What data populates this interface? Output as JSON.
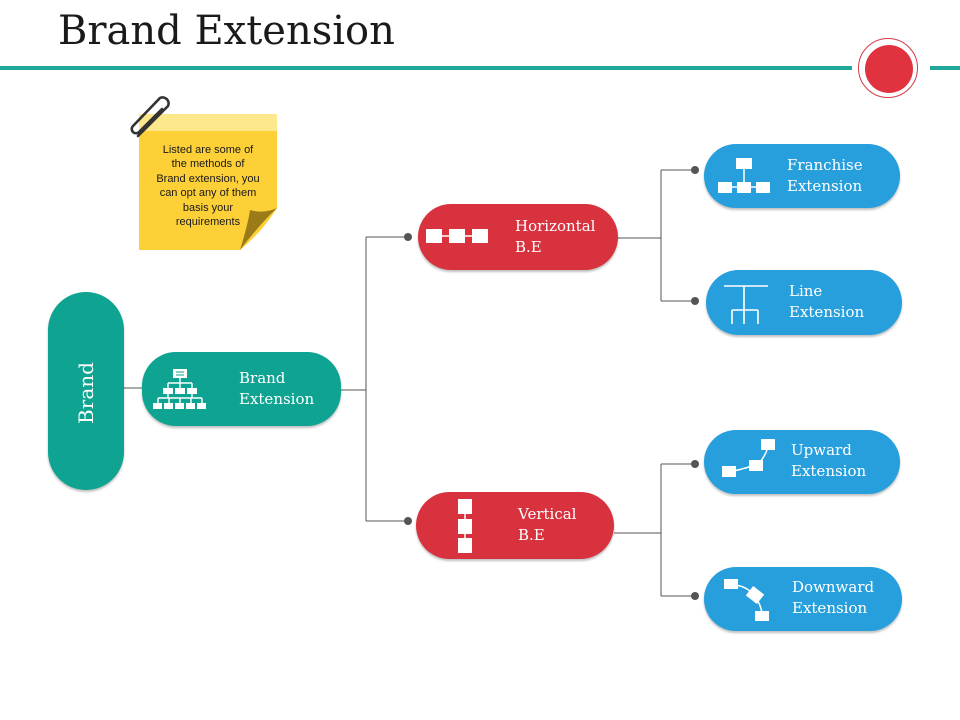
{
  "title": "Brand Extension",
  "colors": {
    "teal": "#0fa391",
    "red": "#d9323f",
    "blue": "#279fdc",
    "note_yellow": "#fdd038",
    "rule": "#1ea79a",
    "badge": "#e0323f"
  },
  "sticky_note": {
    "lines": [
      "Listed are some of",
      "the methods of",
      "Brand extension, you",
      "can opt any of them",
      "basis your",
      "requirements"
    ],
    "icon": "paperclip-icon"
  },
  "root": {
    "label": "Brand"
  },
  "main": {
    "line1": "Brand",
    "line2": "Extension",
    "icon": "org-chart-icon"
  },
  "branches": {
    "horizontal": {
      "line1": "Horizontal",
      "line2": "B.E",
      "icon": "horizontal-chain-icon"
    },
    "vertical": {
      "line1": "Vertical",
      "line2": "B.E",
      "icon": "vertical-chain-icon"
    }
  },
  "leaves": {
    "franchise": {
      "line1": "Franchise",
      "line2": "Extension",
      "icon": "franchise-tree-icon"
    },
    "line": {
      "line1": "Line",
      "line2": "Extension",
      "icon": "line-tree-icon"
    },
    "upward": {
      "line1": "Upward",
      "line2": "Extension",
      "icon": "upward-steps-icon"
    },
    "downward": {
      "line1": "Downward",
      "line2": "Extension",
      "icon": "downward-steps-icon"
    }
  }
}
